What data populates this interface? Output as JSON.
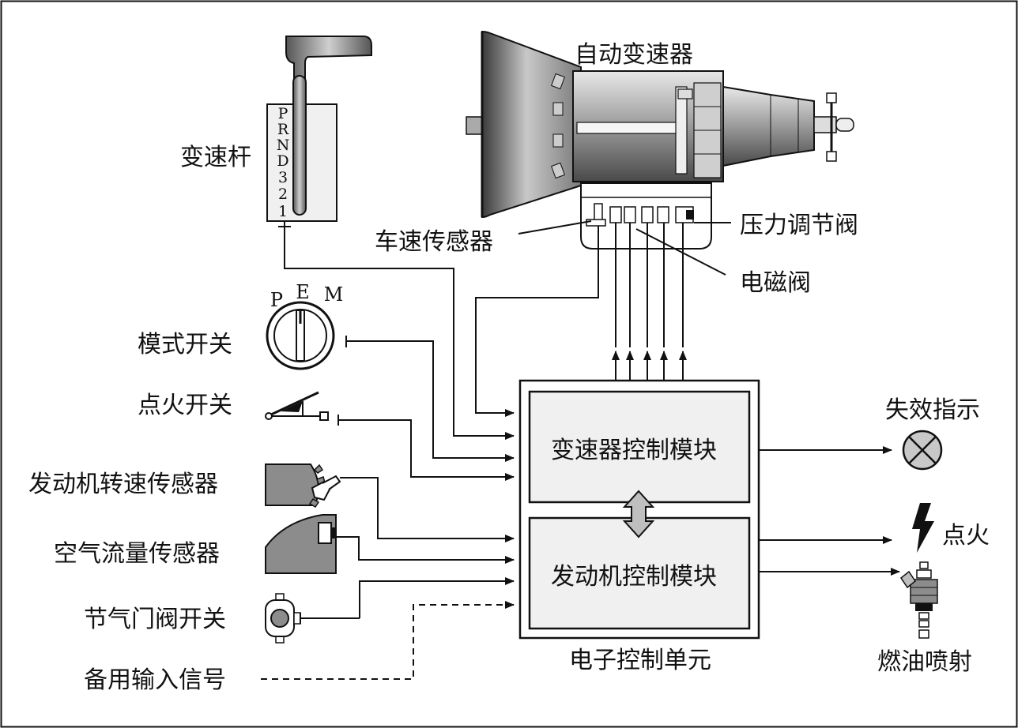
{
  "labels": {
    "transmission": "自动变速器",
    "shift_lever": "变速杆",
    "speed_sensor": "车速传感器",
    "pressure_valve": "压力调节阀",
    "solenoid_valve": "电磁阀",
    "mode_switch": "模式开关",
    "ignition_switch": "点火开关",
    "engine_speed_sensor": "发动机转速传感器",
    "air_flow_sensor": "空气流量传感器",
    "throttle_switch": "节气门阀开关",
    "backup_input": "备用输入信号",
    "failure_indicator": "失效指示",
    "ignition": "点火",
    "fuel_injection": "燃油喷射",
    "ecu": "电子控制单元",
    "tcm": "变速器控制模块",
    "ecm": "发动机控制模块"
  },
  "gears": [
    "P",
    "R",
    "N",
    "D",
    "3",
    "2",
    "1"
  ],
  "mode_letters": [
    "P",
    "E",
    "M"
  ],
  "colors": {
    "line": "#111111",
    "module_fill": "#f0f0f0",
    "sensor_fill": "#8c8c8c"
  }
}
